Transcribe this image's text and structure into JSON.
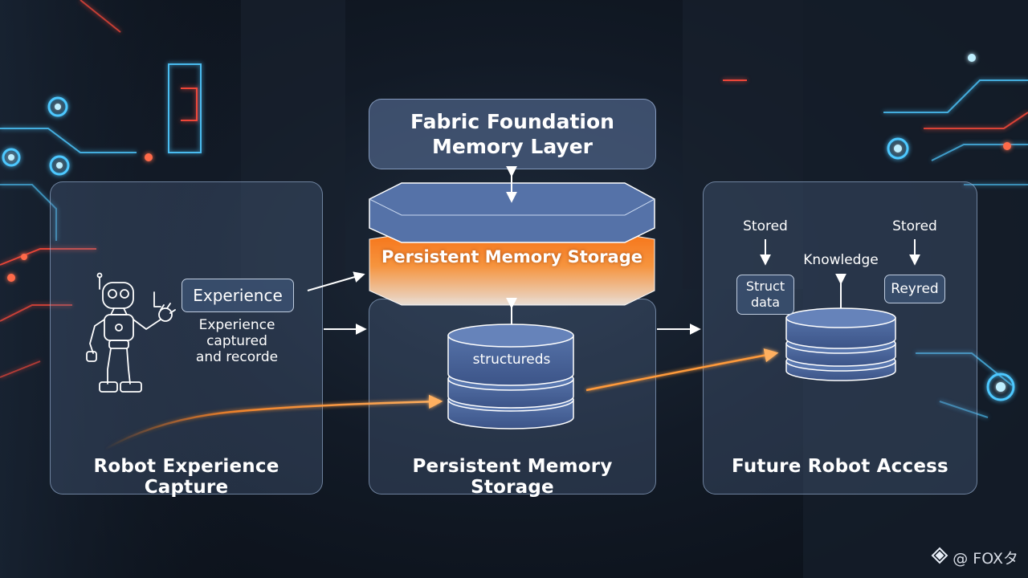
{
  "colors": {
    "accent_orange": "#ff7a1a",
    "glow_blue": "#4ec8ff",
    "glow_red": "#ff4a3a",
    "panel_border": "#aac3e6",
    "disk_blue": "#5572a8"
  },
  "top": {
    "title": "Fabric Foundation\nMemory Layer",
    "band_label": "Persistent Memory Storage"
  },
  "left_panel": {
    "title": "Robot Experience Capture",
    "chip_label": "Experience",
    "caption": "Experience\ncaptured\nand recorde",
    "icon": "robot-icon"
  },
  "center_panel": {
    "title": "Persistent Memory Storage",
    "stack_label": "structureds",
    "icon": "database-stack-icon"
  },
  "right_panel": {
    "title": "Future Robot Access",
    "stored_left": "Stored",
    "stored_right": "Stored",
    "knowledge": "Knowledge",
    "chip_left": "Struct\ndata",
    "chip_right": "Reyred",
    "icon": "database-stack-icon"
  },
  "watermark": {
    "text": "@ FOXタ",
    "icon": "binance-diamond-icon"
  }
}
